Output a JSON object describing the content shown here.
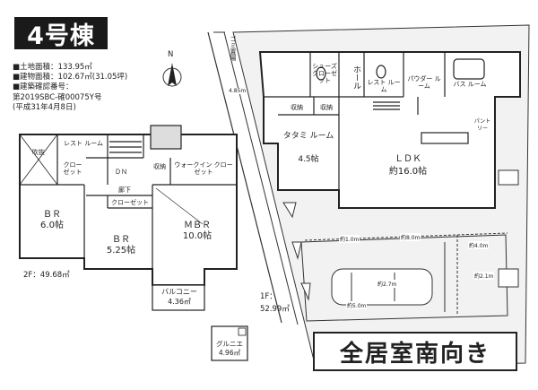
{
  "title": "4号棟",
  "info": {
    "land_area": "■土地面積：133.95㎡",
    "building_area": "■建物面積：102.67㎡(31.05坪)",
    "cert_label": "■建築確認番号：",
    "cert_number": "第2019SBC-確00075Y号",
    "cert_date": "(平成31年4月8日)"
  },
  "compass": {
    "label": "N"
  },
  "road": {
    "label": "ゴミ置場"
  },
  "dim_labels": {
    "d1": "4.85m",
    "d2": "約1.0m",
    "d3": "約8.0m",
    "d4": "約4.0m",
    "d5": "約2.7m",
    "d6": "約2.1m",
    "d7": "約5.0m"
  },
  "first_floor": {
    "label": "1F：",
    "area": "52.99㎡",
    "rooms": {
      "toilet": "トイレ",
      "hall": "ホール",
      "closet1": "シューズ クローゼット",
      "rest": "レスト ルーム",
      "powder": "パウダー ルーム",
      "bath": "バス ルーム",
      "storage1": "収納",
      "storage2": "収納",
      "tatami": "タタミ ルーム",
      "tatami_size": "4.5帖",
      "ldk": "ＬＤＫ",
      "ldk_size": "約16.0帖",
      "shelf": "パントリー"
    }
  },
  "second_floor": {
    "label": "2F：49.68㎡",
    "rooms": {
      "void": "吹抜",
      "rest": "レスト ルーム",
      "closet1": "クロー ゼット",
      "hallway": "廊下",
      "dn": "ＤＮ",
      "storage": "収納",
      "walkin": "ウォークイン クローゼット",
      "br1": "ＢＲ",
      "br1_size": "6.0帖",
      "closet2": "クローゼット",
      "br2": "ＢＲ",
      "br2_size": "5.25帖",
      "mbr": "ＭＢＲ",
      "mbr_size": "10.0帖",
      "balcony": "バルコニー",
      "balcony_area": "4.36㎡"
    }
  },
  "grenier": {
    "label": "グルニエ",
    "area": "4.96㎡"
  },
  "banner": "全居室南向き"
}
